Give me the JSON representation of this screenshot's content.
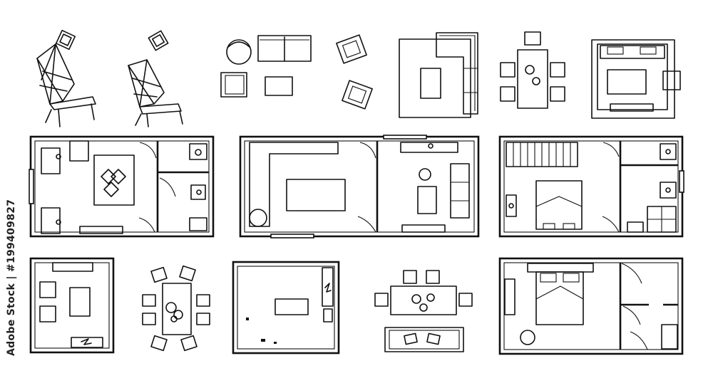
{
  "watermark": {
    "text": "Adobe Stock | #199409827"
  },
  "colors": {
    "line": "#111111",
    "background": "#ffffff"
  },
  "items": [
    "armchair-elevation",
    "armchair-elevation-2",
    "living-furniture-set",
    "rug-corner-sofa",
    "dining-set-4",
    "bed-on-rug",
    "floor-plan-1",
    "floor-plan-2",
    "floor-plan-3",
    "living-room-plan",
    "dining-set-6",
    "empty-room-plan",
    "dining-set-bench",
    "bedroom-plan"
  ]
}
